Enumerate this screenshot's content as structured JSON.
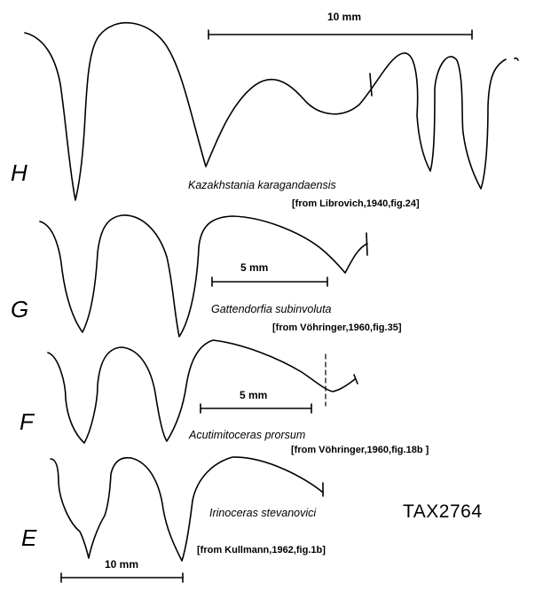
{
  "panels": [
    {
      "letter": "H",
      "species": "Kazakhstania  karagandaensis",
      "source": "[from Librovich,1940,fig.24]",
      "scale_label": "10 mm"
    },
    {
      "letter": "G",
      "species": "Gattendorfia subinvoluta",
      "source": "[from Vöhringer,1960,fig.35]",
      "scale_label": "5 mm"
    },
    {
      "letter": "F",
      "species": "Acutimitoceras prorsum",
      "source": "[from Vöhringer,1960,fig.18b ]",
      "scale_label": "5 mm"
    },
    {
      "letter": "E",
      "species": "Irinoceras stevanovici",
      "source": "[from Kullmann,1962,fig.1b]",
      "scale_label": "10 mm"
    }
  ],
  "figure_id": "TAX2764",
  "colors": {
    "line": "#000000",
    "background": "#ffffff"
  }
}
